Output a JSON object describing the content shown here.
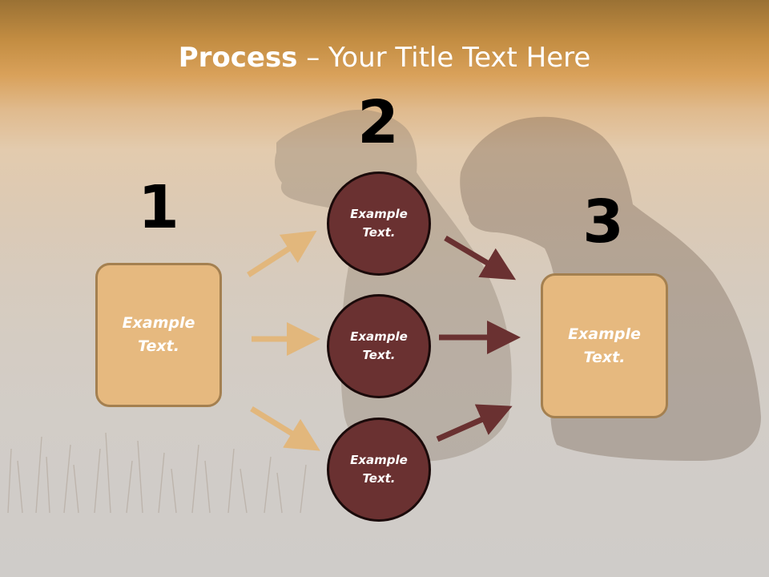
{
  "title": {
    "bold": "Process",
    "rest": " – Your Title Text Here"
  },
  "steps": [
    {
      "number": "1",
      "text": {
        "line1": "Example",
        "line2": "Text."
      }
    },
    {
      "number": "2",
      "items": [
        {
          "line1": "Example",
          "line2": "Text."
        },
        {
          "line1": "Example",
          "line2": "Text."
        },
        {
          "line1": "Example",
          "line2": "Text."
        }
      ]
    },
    {
      "number": "3",
      "text": {
        "line1": "Example",
        "line2": "Text."
      }
    }
  ],
  "colors": {
    "box_fill": "#e6b97f",
    "box_border": "#a48050",
    "circle_fill": "#6a3131",
    "light_arrow": "#e2b77c",
    "dark_arrow": "#6a3131"
  }
}
